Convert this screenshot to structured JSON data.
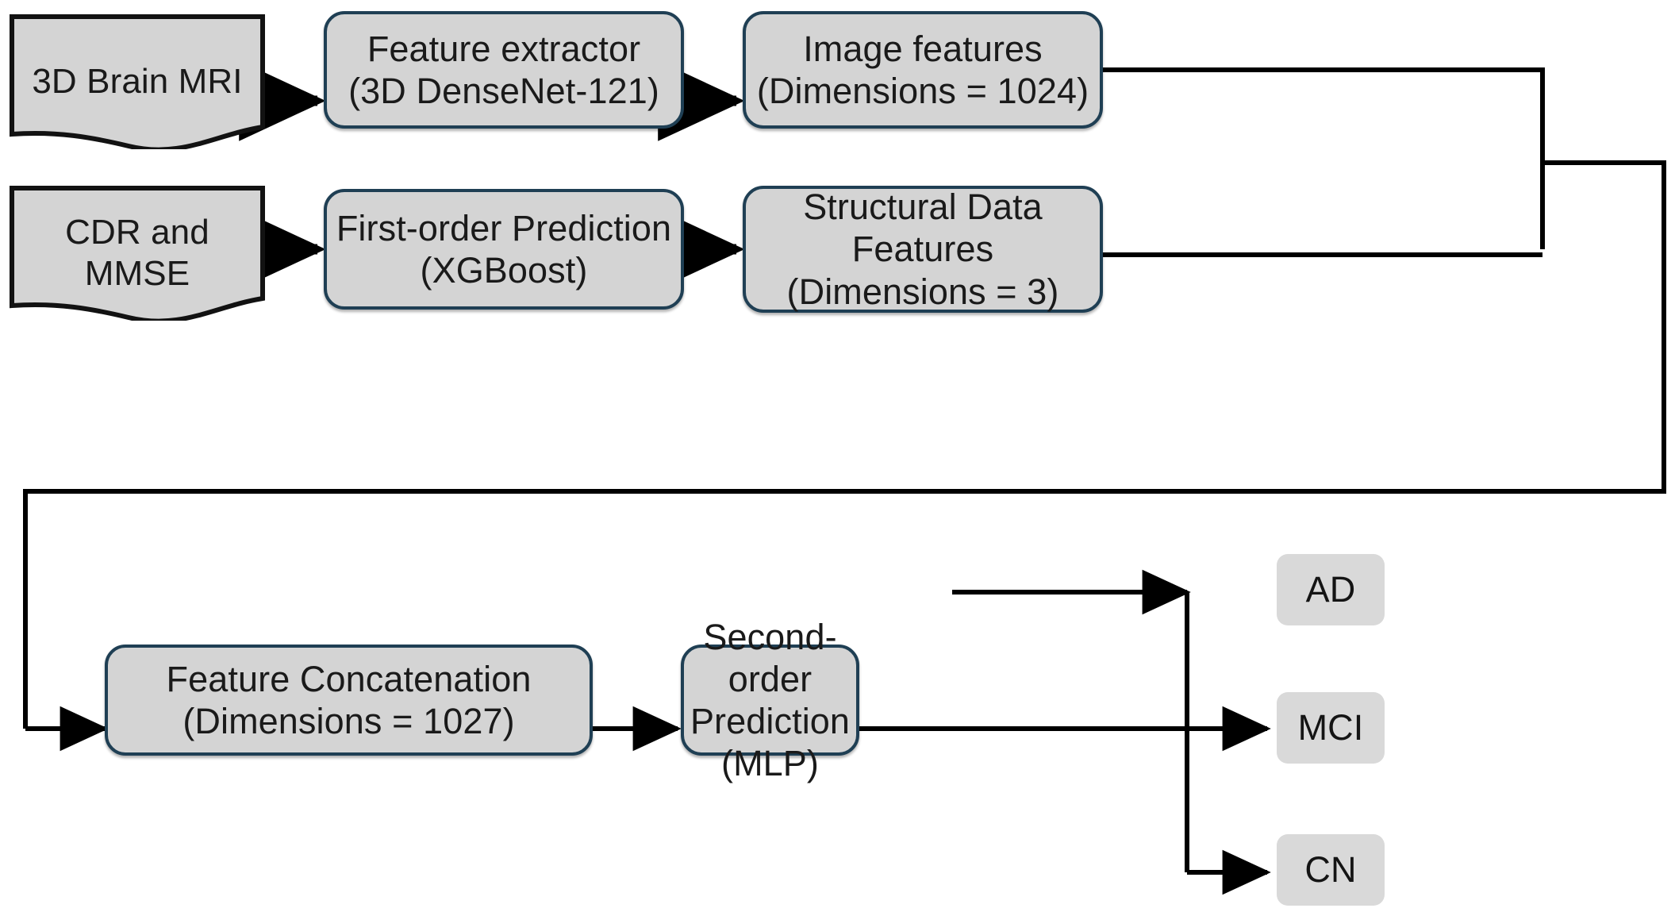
{
  "diagram": {
    "title": "Two-stage multimodal Alzheimer's disease classification pipeline",
    "colors": {
      "box_fill": "#d4d4d4",
      "box_border": "#1f3f54",
      "chip_fill": "#d9d9d9",
      "line": "#000000",
      "text": "#1a1a1a",
      "background": "#ffffff"
    },
    "nodes": [
      {
        "id": "brain-mri",
        "shape": "document",
        "label": "3D Brain MRI"
      },
      {
        "id": "feature-extractor",
        "shape": "process",
        "label": "Feature extractor\n(3D DenseNet-121)"
      },
      {
        "id": "image-features",
        "shape": "process",
        "label": "Image features\n(Dimensions = 1024)"
      },
      {
        "id": "cdr-mmse",
        "shape": "document",
        "label": "CDR and\nMMSE"
      },
      {
        "id": "first-order",
        "shape": "process",
        "label": "First-order Prediction\n(XGBoost)"
      },
      {
        "id": "structural-features",
        "shape": "process",
        "label": "Structural Data\nFeatures\n(Dimensions = 3)"
      },
      {
        "id": "feature-concatenation",
        "shape": "process",
        "label": "Feature Concatenation\n(Dimensions = 1027)"
      },
      {
        "id": "second-order",
        "shape": "process",
        "label": "Second-order\nPrediction\n(MLP)"
      },
      {
        "id": "output-ad",
        "shape": "chip",
        "label": "AD"
      },
      {
        "id": "output-mci",
        "shape": "chip",
        "label": "MCI"
      },
      {
        "id": "output-cn",
        "shape": "chip",
        "label": "CN"
      }
    ],
    "edges": [
      {
        "from": "brain-mri",
        "to": "feature-extractor",
        "style": "thick-arrow"
      },
      {
        "from": "feature-extractor",
        "to": "image-features",
        "style": "thick-arrow"
      },
      {
        "from": "cdr-mmse",
        "to": "first-order",
        "style": "thick-arrow"
      },
      {
        "from": "first-order",
        "to": "structural-features",
        "style": "thick-arrow"
      },
      {
        "from": "image-features",
        "to": "feature-concatenation",
        "style": "orthogonal-line"
      },
      {
        "from": "structural-features",
        "to": "feature-concatenation",
        "style": "orthogonal-line"
      },
      {
        "from": "feature-concatenation",
        "to": "second-order",
        "style": "thin-arrow"
      },
      {
        "from": "second-order",
        "to": "output-ad",
        "style": "thin-arrow-branch"
      },
      {
        "from": "second-order",
        "to": "output-mci",
        "style": "thin-arrow-branch"
      },
      {
        "from": "second-order",
        "to": "output-cn",
        "style": "thin-arrow-branch"
      }
    ]
  }
}
